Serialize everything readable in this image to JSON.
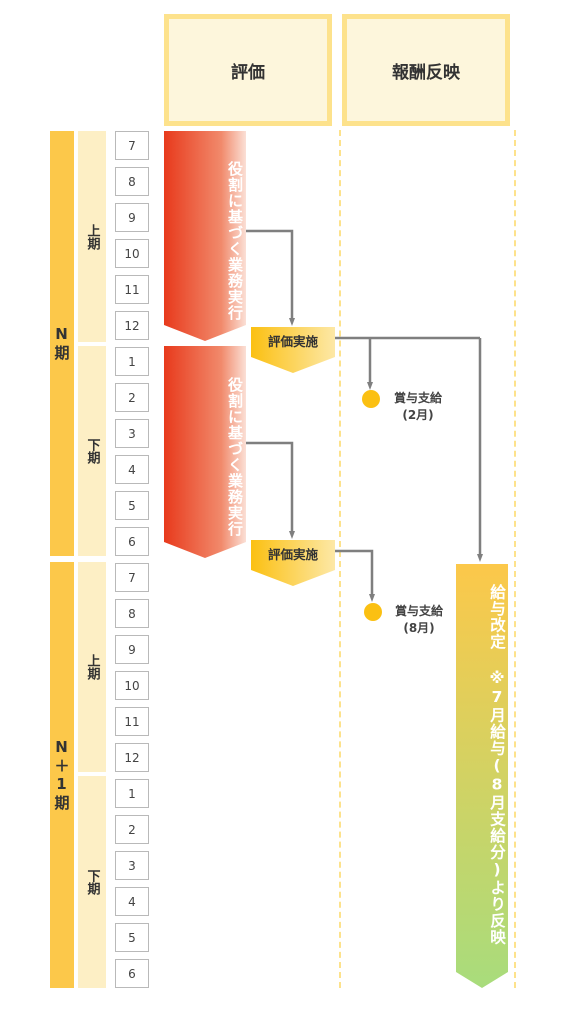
{
  "headers": {
    "evaluation": "評価",
    "reward": "報酬反映"
  },
  "periods": [
    {
      "label": "N期"
    },
    {
      "label": "N＋1期"
    }
  ],
  "halves": [
    {
      "label": "上期"
    },
    {
      "label": "下期"
    },
    {
      "label": "上期"
    },
    {
      "label": "下期"
    }
  ],
  "months": [
    "7",
    "8",
    "9",
    "10",
    "11",
    "12",
    "1",
    "2",
    "3",
    "4",
    "5",
    "6",
    "7",
    "8",
    "9",
    "10",
    "11",
    "12",
    "1",
    "2",
    "3",
    "4",
    "5",
    "6"
  ],
  "role_blocks": [
    {
      "label": "役割に基づく業務実行"
    },
    {
      "label": "役割に基づく業務実行"
    }
  ],
  "evaluations": [
    {
      "label": "評価実施"
    },
    {
      "label": "評価実施"
    }
  ],
  "bonuses": [
    {
      "line1": "賞与支給",
      "line2": "(2月)"
    },
    {
      "line1": "賞与支給",
      "line2": "(8月)"
    }
  ],
  "salary_revision": {
    "label": "給与改定 ※7月給与(8月支給分)より反映"
  },
  "colors": {
    "header_border": "#fde28c",
    "period": "#fcc84a",
    "half": "#fdefc5",
    "role_top": "#e83a1c",
    "eval": "#fbc012",
    "arrow": "#7f7f7f",
    "revision_bottom": "#a8dc7c"
  }
}
